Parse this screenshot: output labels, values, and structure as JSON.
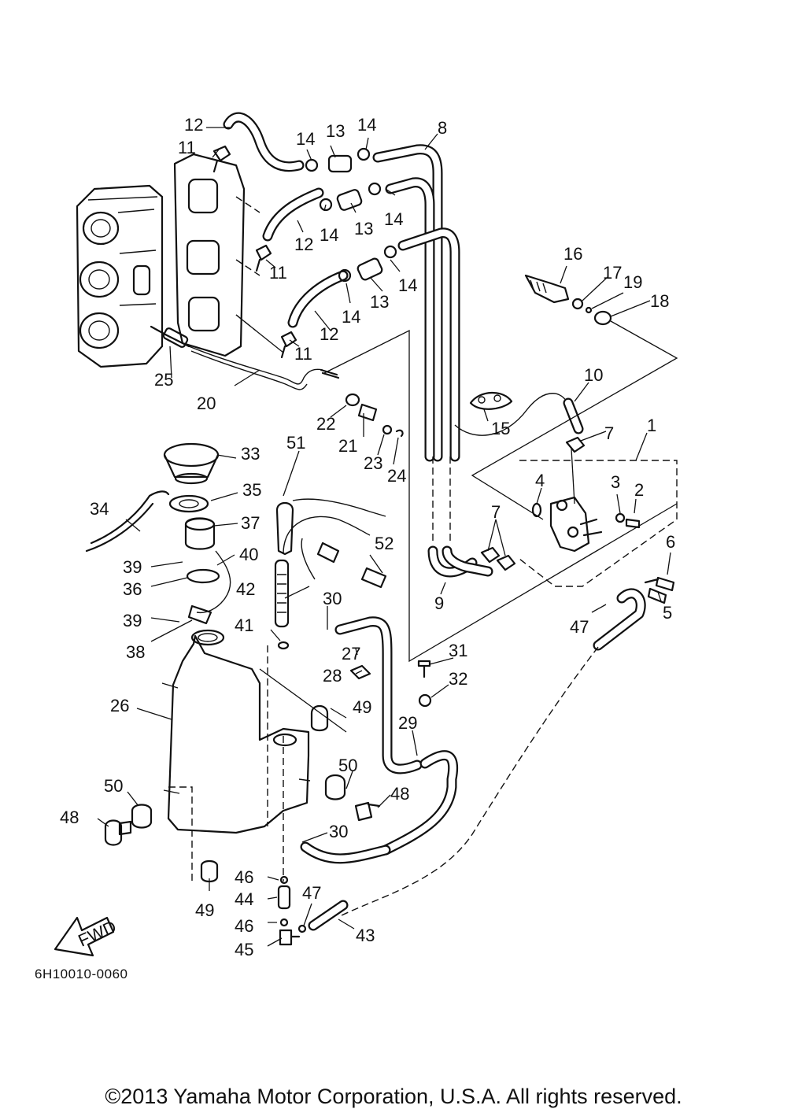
{
  "diagram": {
    "code": "6H10010-0060",
    "fwd_label": "FWD",
    "copyright": "©2013 Yamaha Motor Corporation, U.S.A. All rights reserved."
  },
  "callouts": [
    {
      "id": "c1",
      "label": "1"
    },
    {
      "id": "c2",
      "label": "2"
    },
    {
      "id": "c3",
      "label": "3"
    },
    {
      "id": "c4",
      "label": "4"
    },
    {
      "id": "c5",
      "label": "5"
    },
    {
      "id": "c6",
      "label": "6"
    },
    {
      "id": "c7a",
      "label": "7"
    },
    {
      "id": "c7b",
      "label": "7"
    },
    {
      "id": "c8",
      "label": "8"
    },
    {
      "id": "c9",
      "label": "9"
    },
    {
      "id": "c10",
      "label": "10"
    },
    {
      "id": "c11a",
      "label": "11"
    },
    {
      "id": "c11b",
      "label": "11"
    },
    {
      "id": "c11c",
      "label": "11"
    },
    {
      "id": "c12a",
      "label": "12"
    },
    {
      "id": "c12b",
      "label": "12"
    },
    {
      "id": "c12c",
      "label": "12"
    },
    {
      "id": "c13a",
      "label": "13"
    },
    {
      "id": "c13b",
      "label": "13"
    },
    {
      "id": "c13c",
      "label": "13"
    },
    {
      "id": "c14a",
      "label": "14"
    },
    {
      "id": "c14b",
      "label": "14"
    },
    {
      "id": "c14c",
      "label": "14"
    },
    {
      "id": "c14d",
      "label": "14"
    },
    {
      "id": "c14e",
      "label": "14"
    },
    {
      "id": "c14f",
      "label": "14"
    },
    {
      "id": "c15",
      "label": "15"
    },
    {
      "id": "c16",
      "label": "16"
    },
    {
      "id": "c17",
      "label": "17"
    },
    {
      "id": "c18",
      "label": "18"
    },
    {
      "id": "c19",
      "label": "19"
    },
    {
      "id": "c20",
      "label": "20"
    },
    {
      "id": "c21",
      "label": "21"
    },
    {
      "id": "c22",
      "label": "22"
    },
    {
      "id": "c23",
      "label": "23"
    },
    {
      "id": "c24",
      "label": "24"
    },
    {
      "id": "c25",
      "label": "25"
    },
    {
      "id": "c26",
      "label": "26"
    },
    {
      "id": "c27",
      "label": "27"
    },
    {
      "id": "c28",
      "label": "28"
    },
    {
      "id": "c29",
      "label": "29"
    },
    {
      "id": "c30a",
      "label": "30"
    },
    {
      "id": "c30b",
      "label": "30"
    },
    {
      "id": "c31",
      "label": "31"
    },
    {
      "id": "c32",
      "label": "32"
    },
    {
      "id": "c33",
      "label": "33"
    },
    {
      "id": "c34",
      "label": "34"
    },
    {
      "id": "c35",
      "label": "35"
    },
    {
      "id": "c36",
      "label": "36"
    },
    {
      "id": "c37",
      "label": "37"
    },
    {
      "id": "c38",
      "label": "38"
    },
    {
      "id": "c39a",
      "label": "39"
    },
    {
      "id": "c39b",
      "label": "39"
    },
    {
      "id": "c40",
      "label": "40"
    },
    {
      "id": "c41",
      "label": "41"
    },
    {
      "id": "c42",
      "label": "42"
    },
    {
      "id": "c43",
      "label": "43"
    },
    {
      "id": "c44",
      "label": "44"
    },
    {
      "id": "c45",
      "label": "45"
    },
    {
      "id": "c46a",
      "label": "46"
    },
    {
      "id": "c46b",
      "label": "46"
    },
    {
      "id": "c47a",
      "label": "47"
    },
    {
      "id": "c47b",
      "label": "47"
    },
    {
      "id": "c48a",
      "label": "48"
    },
    {
      "id": "c48b",
      "label": "48"
    },
    {
      "id": "c49a",
      "label": "49"
    },
    {
      "id": "c49b",
      "label": "49"
    },
    {
      "id": "c50a",
      "label": "50"
    },
    {
      "id": "c50b",
      "label": "50"
    },
    {
      "id": "c51",
      "label": "51"
    },
    {
      "id": "c52",
      "label": "52"
    }
  ]
}
